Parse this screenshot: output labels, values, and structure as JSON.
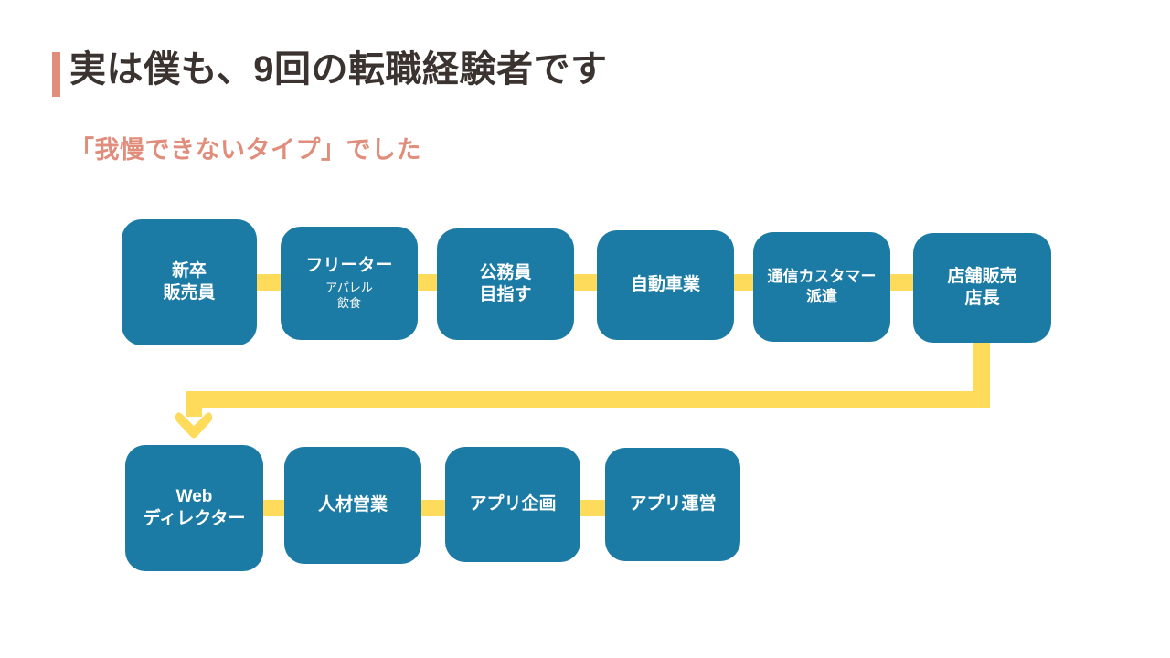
{
  "slide": {
    "title": "実は僕も、9回の転職経験者です",
    "subtitle": "「我慢できないタイプ」でした",
    "accent_color": "#e08d7c",
    "title_color": "#3b3330",
    "node_color": "#1c7ba4",
    "connector_color": "#ffdb5c",
    "background_color": "#ffffff"
  },
  "flow": {
    "row1": [
      {
        "title": "新卒\n販売員",
        "sub": ""
      },
      {
        "title": "フリーター",
        "sub": "アパレル\n飲食"
      },
      {
        "title": "公務員\n目指す",
        "sub": ""
      },
      {
        "title": "自動車業",
        "sub": ""
      },
      {
        "title": "通信カスタマー\n派遣",
        "sub": ""
      },
      {
        "title": "店舗販売\n店長",
        "sub": ""
      }
    ],
    "row2": [
      {
        "title": "Web\nディレクター",
        "sub": ""
      },
      {
        "title": "人材営業",
        "sub": ""
      },
      {
        "title": "アプリ企画",
        "sub": ""
      },
      {
        "title": "アプリ運営",
        "sub": ""
      }
    ]
  }
}
